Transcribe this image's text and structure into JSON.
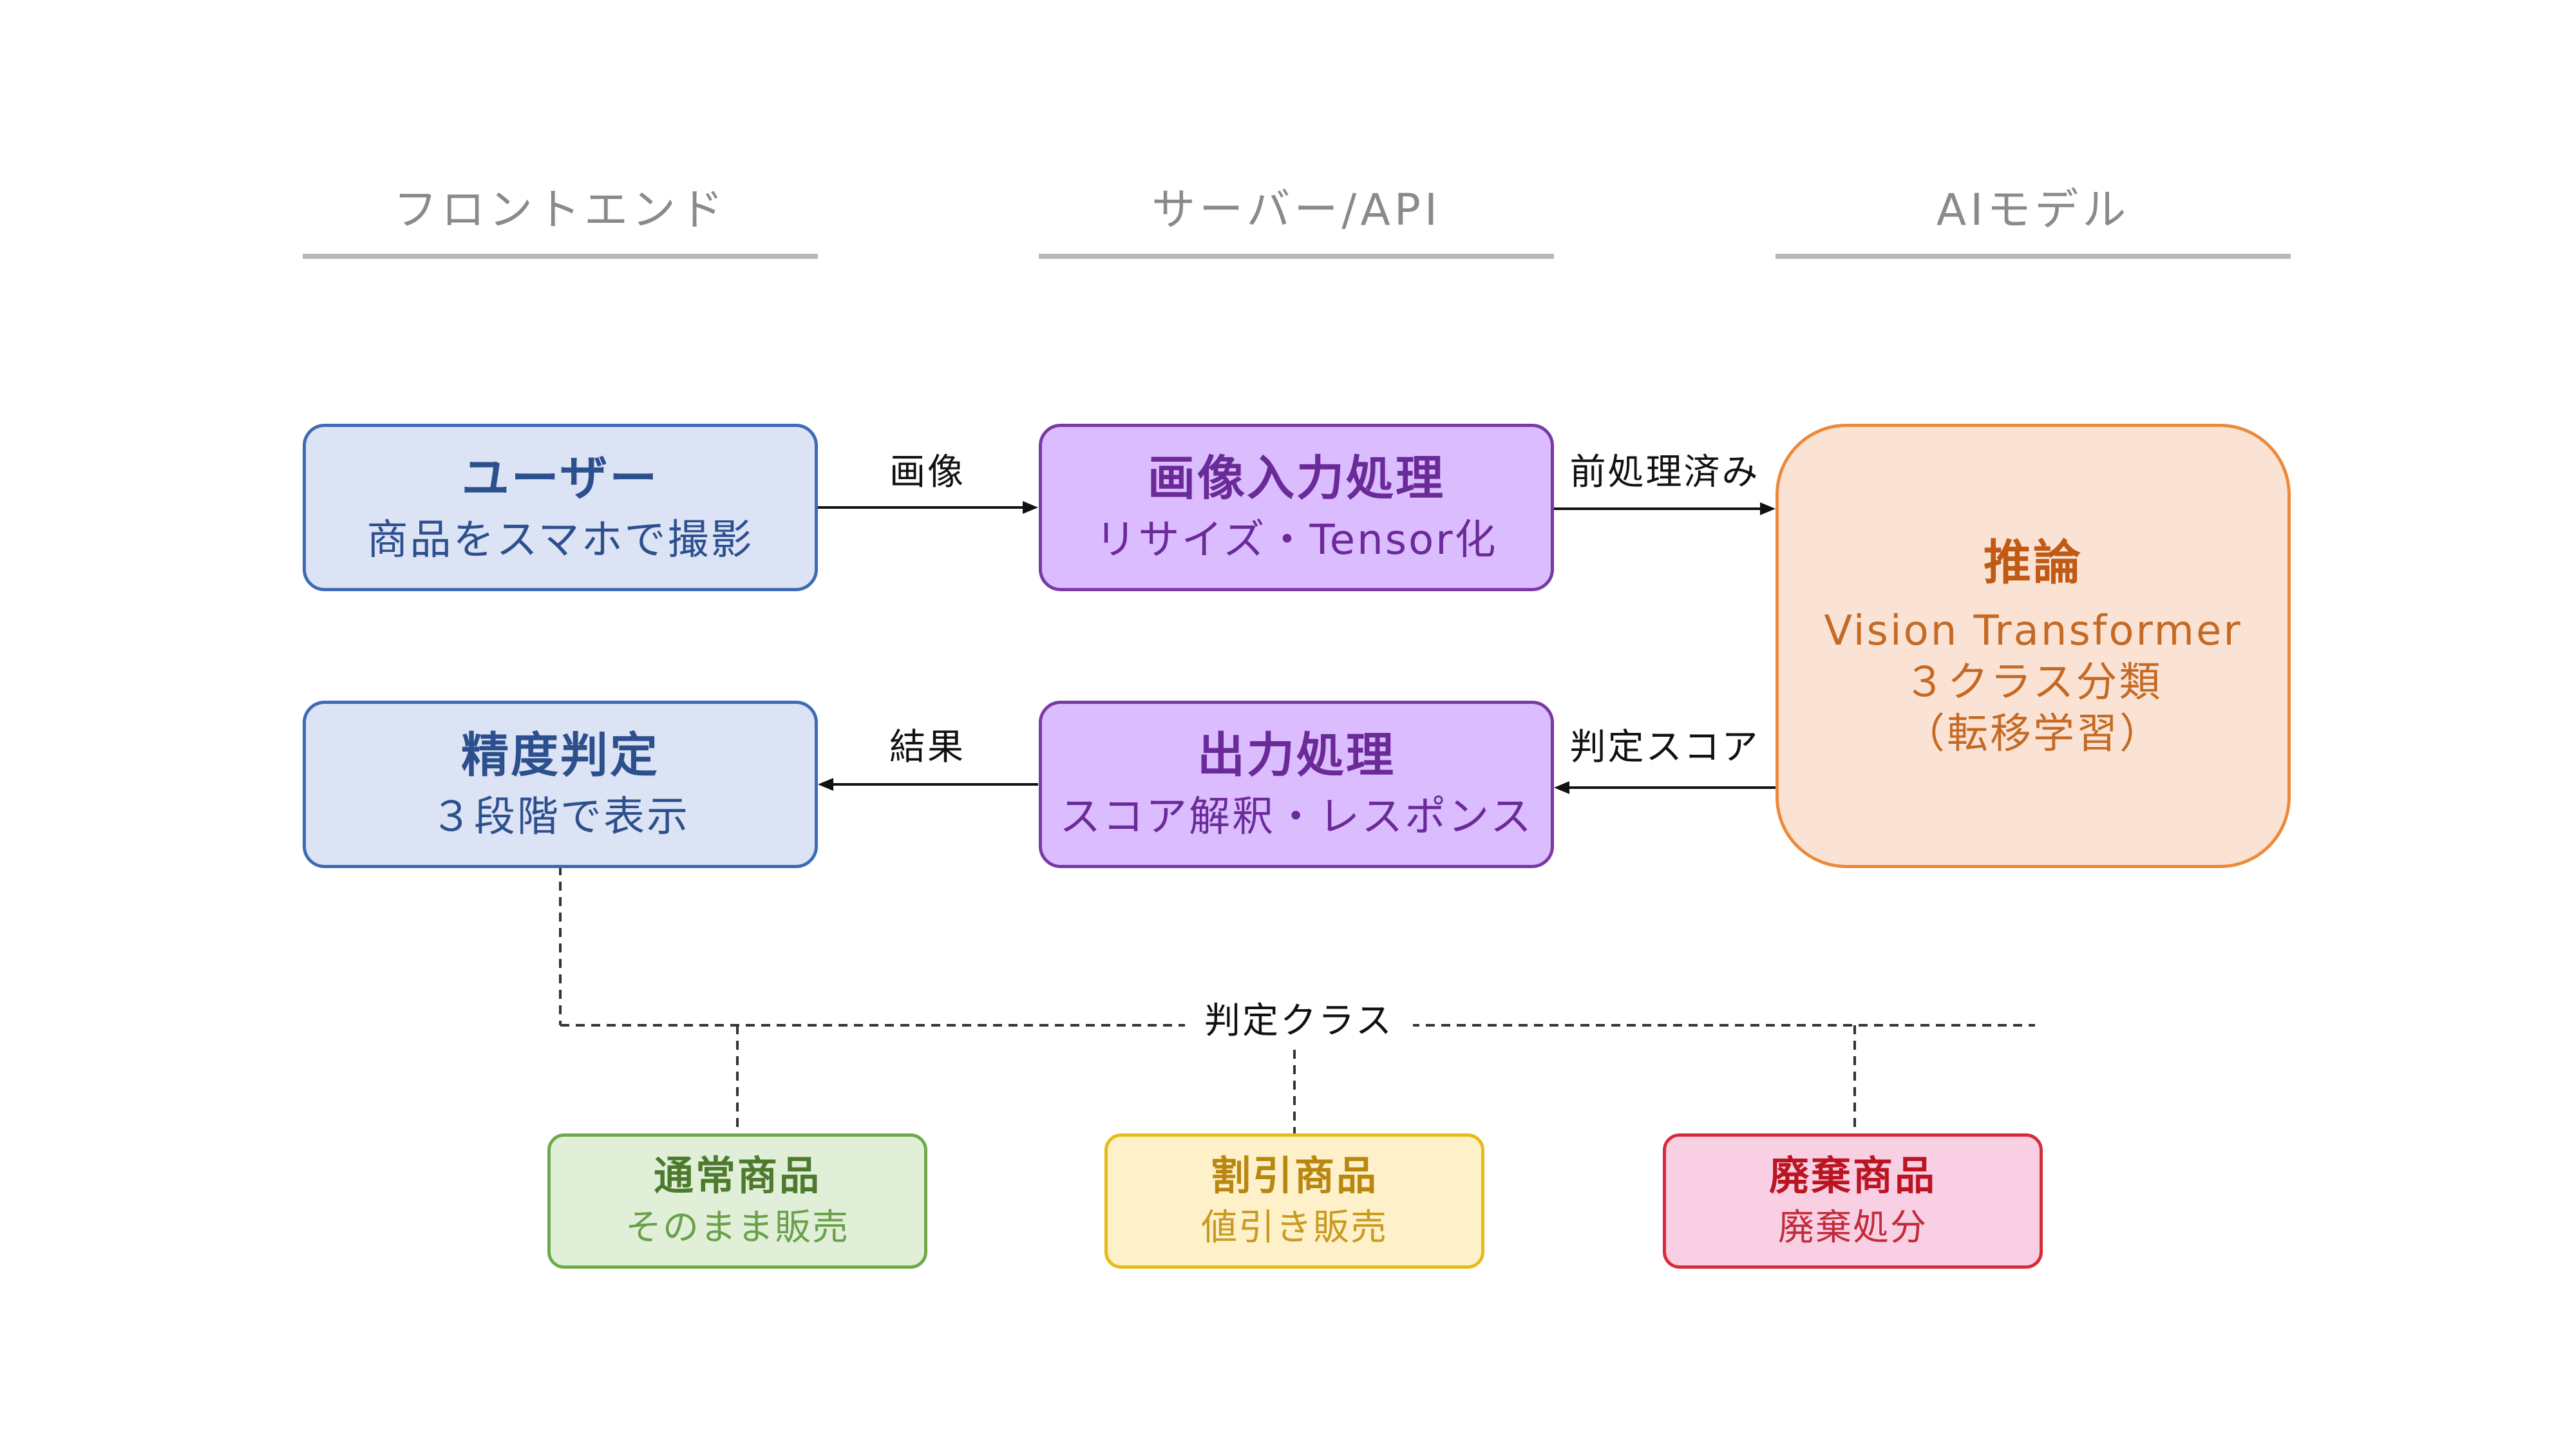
{
  "columns": {
    "frontend": "フロントエンド",
    "server": "サーバー/API",
    "model": "AIモデル"
  },
  "boxes": {
    "user": {
      "title": "ユーザー",
      "sub": "商品をスマホで撮影"
    },
    "image_input": {
      "title": "画像入力処理",
      "sub": "リサイズ・Tensor化"
    },
    "inference": {
      "title": "推論",
      "sub_lines": [
        "Vision Transformer",
        "３クラス分類",
        "（転移学習）"
      ]
    },
    "accuracy": {
      "title": "精度判定",
      "sub": "３段階で表示"
    },
    "output": {
      "title": "出力処理",
      "sub": "スコア解釈・レスポンス"
    }
  },
  "edges": {
    "image": "画像",
    "preprocessed": "前処理済み",
    "score": "判定スコア",
    "result": "結果",
    "class": "判定クラス"
  },
  "classes": [
    {
      "title": "通常商品",
      "sub": "そのまま販売"
    },
    {
      "title": "割引商品",
      "sub": "値引き販売"
    },
    {
      "title": "廃棄商品",
      "sub": "廃棄処分"
    }
  ],
  "colors": {
    "frontend": "#dce3f4",
    "server": "#dbbcff",
    "model": "#fae3d5",
    "normal": "#e1efd9",
    "discount": "#fef0c8",
    "disposal": "#f9cfe3"
  }
}
